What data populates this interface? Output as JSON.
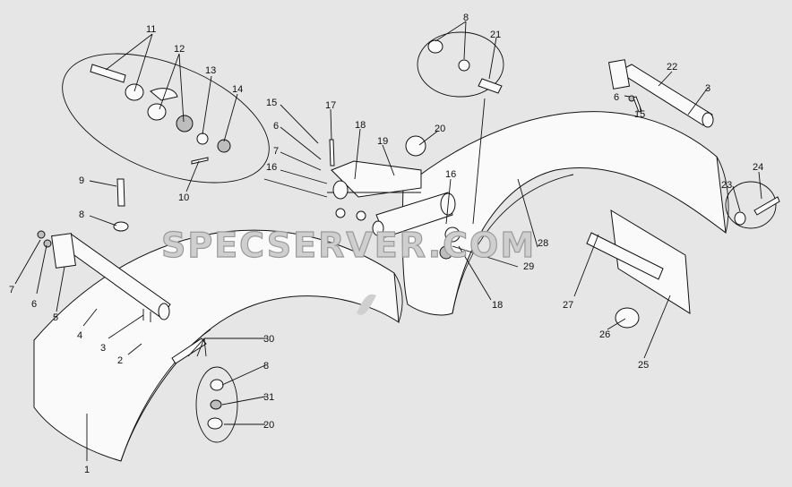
{
  "watermark": "SPECSERVER.COM",
  "callouts": {
    "c1": "1",
    "c2": "2",
    "c3a": "3",
    "c3b": "3",
    "c4": "4",
    "c5": "5",
    "c6a": "6",
    "c6b": "6",
    "c6c": "6",
    "c7a": "7",
    "c7b": "7",
    "c8a": "8",
    "c8b": "8",
    "c8c": "8",
    "c9": "9",
    "c10": "10",
    "c11": "11",
    "c12": "12",
    "c13": "13",
    "c14": "14",
    "c15a": "15",
    "c15b": "15",
    "c16a": "16",
    "c16b": "16",
    "c17": "17",
    "c18a": "18",
    "c18b": "18",
    "c19": "19",
    "c20a": "20",
    "c20b": "20",
    "c21": "21",
    "c22": "22",
    "c23": "23",
    "c24": "24",
    "c25": "25",
    "c26": "26",
    "c27": "27",
    "c28": "28",
    "c29": "29",
    "c30": "30",
    "c31": "31"
  }
}
